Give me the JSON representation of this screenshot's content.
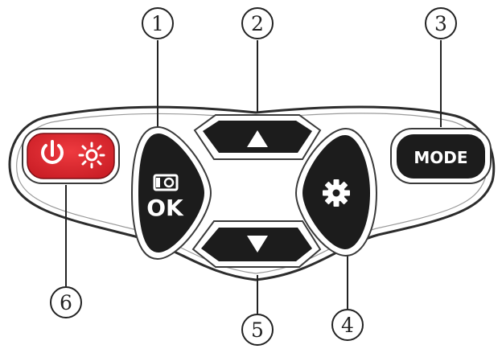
{
  "callouts": {
    "c1": "1",
    "c2": "2",
    "c3": "3",
    "c4": "4",
    "c5": "5",
    "c6": "6"
  },
  "buttons": {
    "power_light": {
      "icons": [
        "power-icon",
        "brightness-icon"
      ],
      "color": "#d9232d"
    },
    "ok": {
      "label": "OK",
      "icons": [
        "camera-icon"
      ]
    },
    "up": {
      "icons": [
        "arrow-up-icon"
      ]
    },
    "down": {
      "icons": [
        "arrow-down-icon"
      ]
    },
    "settings": {
      "icons": [
        "gear-icon"
      ]
    },
    "mode": {
      "label": "MODE"
    }
  },
  "colors": {
    "button_dark": "#1c1c1c",
    "panel_outline": "#333333",
    "power_red": "#d9232d"
  }
}
